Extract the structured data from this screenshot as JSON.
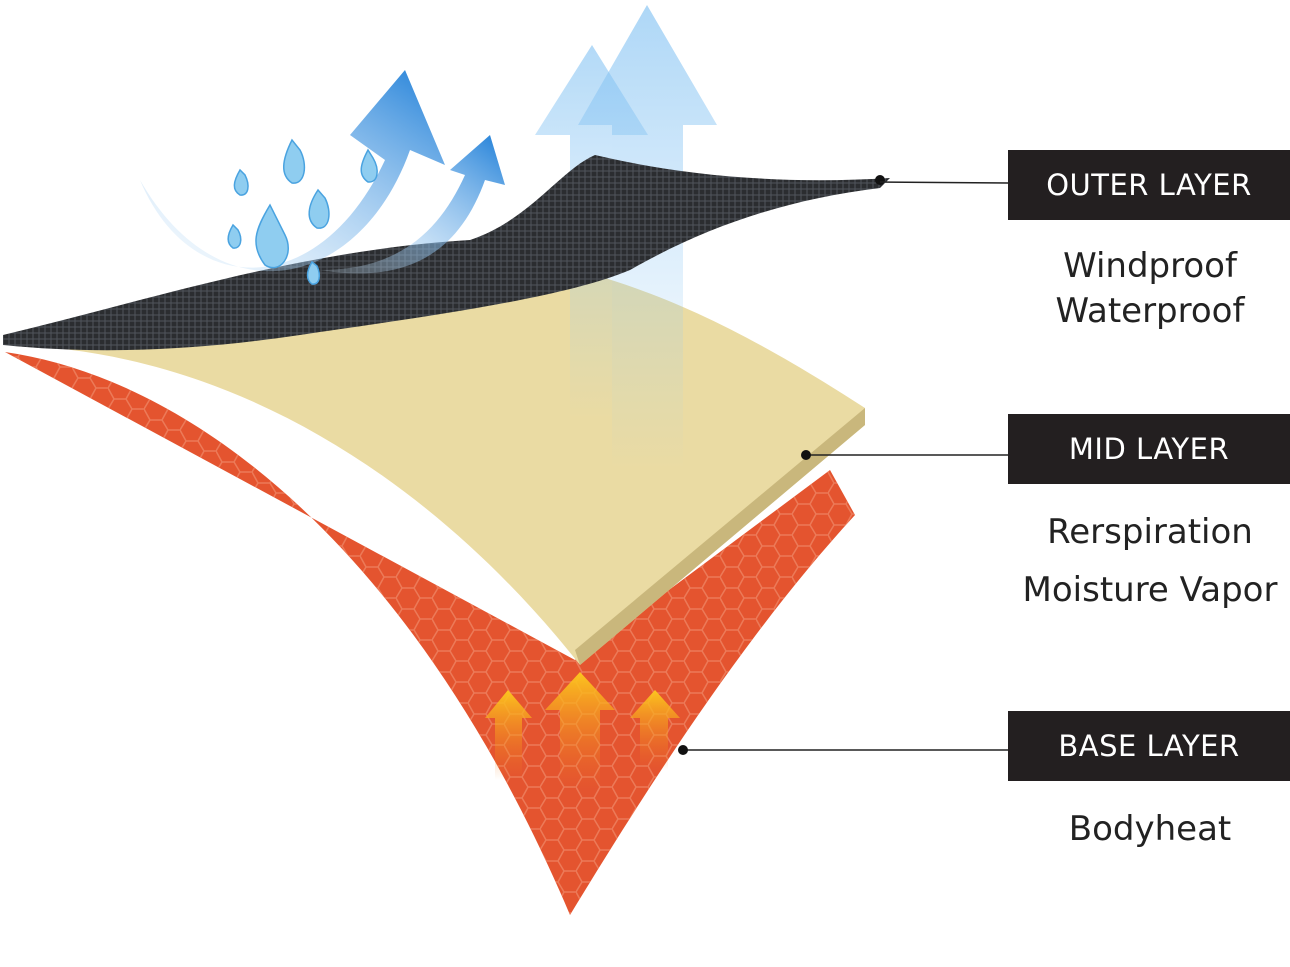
{
  "layers": [
    {
      "title": "OUTER LAYER",
      "lines": [
        "Windproof",
        "Waterproof"
      ]
    },
    {
      "title": "MID LAYER",
      "lines": [
        "Rerspiration",
        "Moisture Vapor"
      ]
    },
    {
      "title": "BASE LAYER",
      "lines": [
        "Bodyheat"
      ]
    }
  ],
  "colors": {
    "label_bg": "#231f20",
    "outer": "#2b2d30",
    "mid": "#eadba3",
    "base": "#e4542f",
    "arrow_blue": "#2f8fe0",
    "heat_arrow": "#f8b21c"
  }
}
